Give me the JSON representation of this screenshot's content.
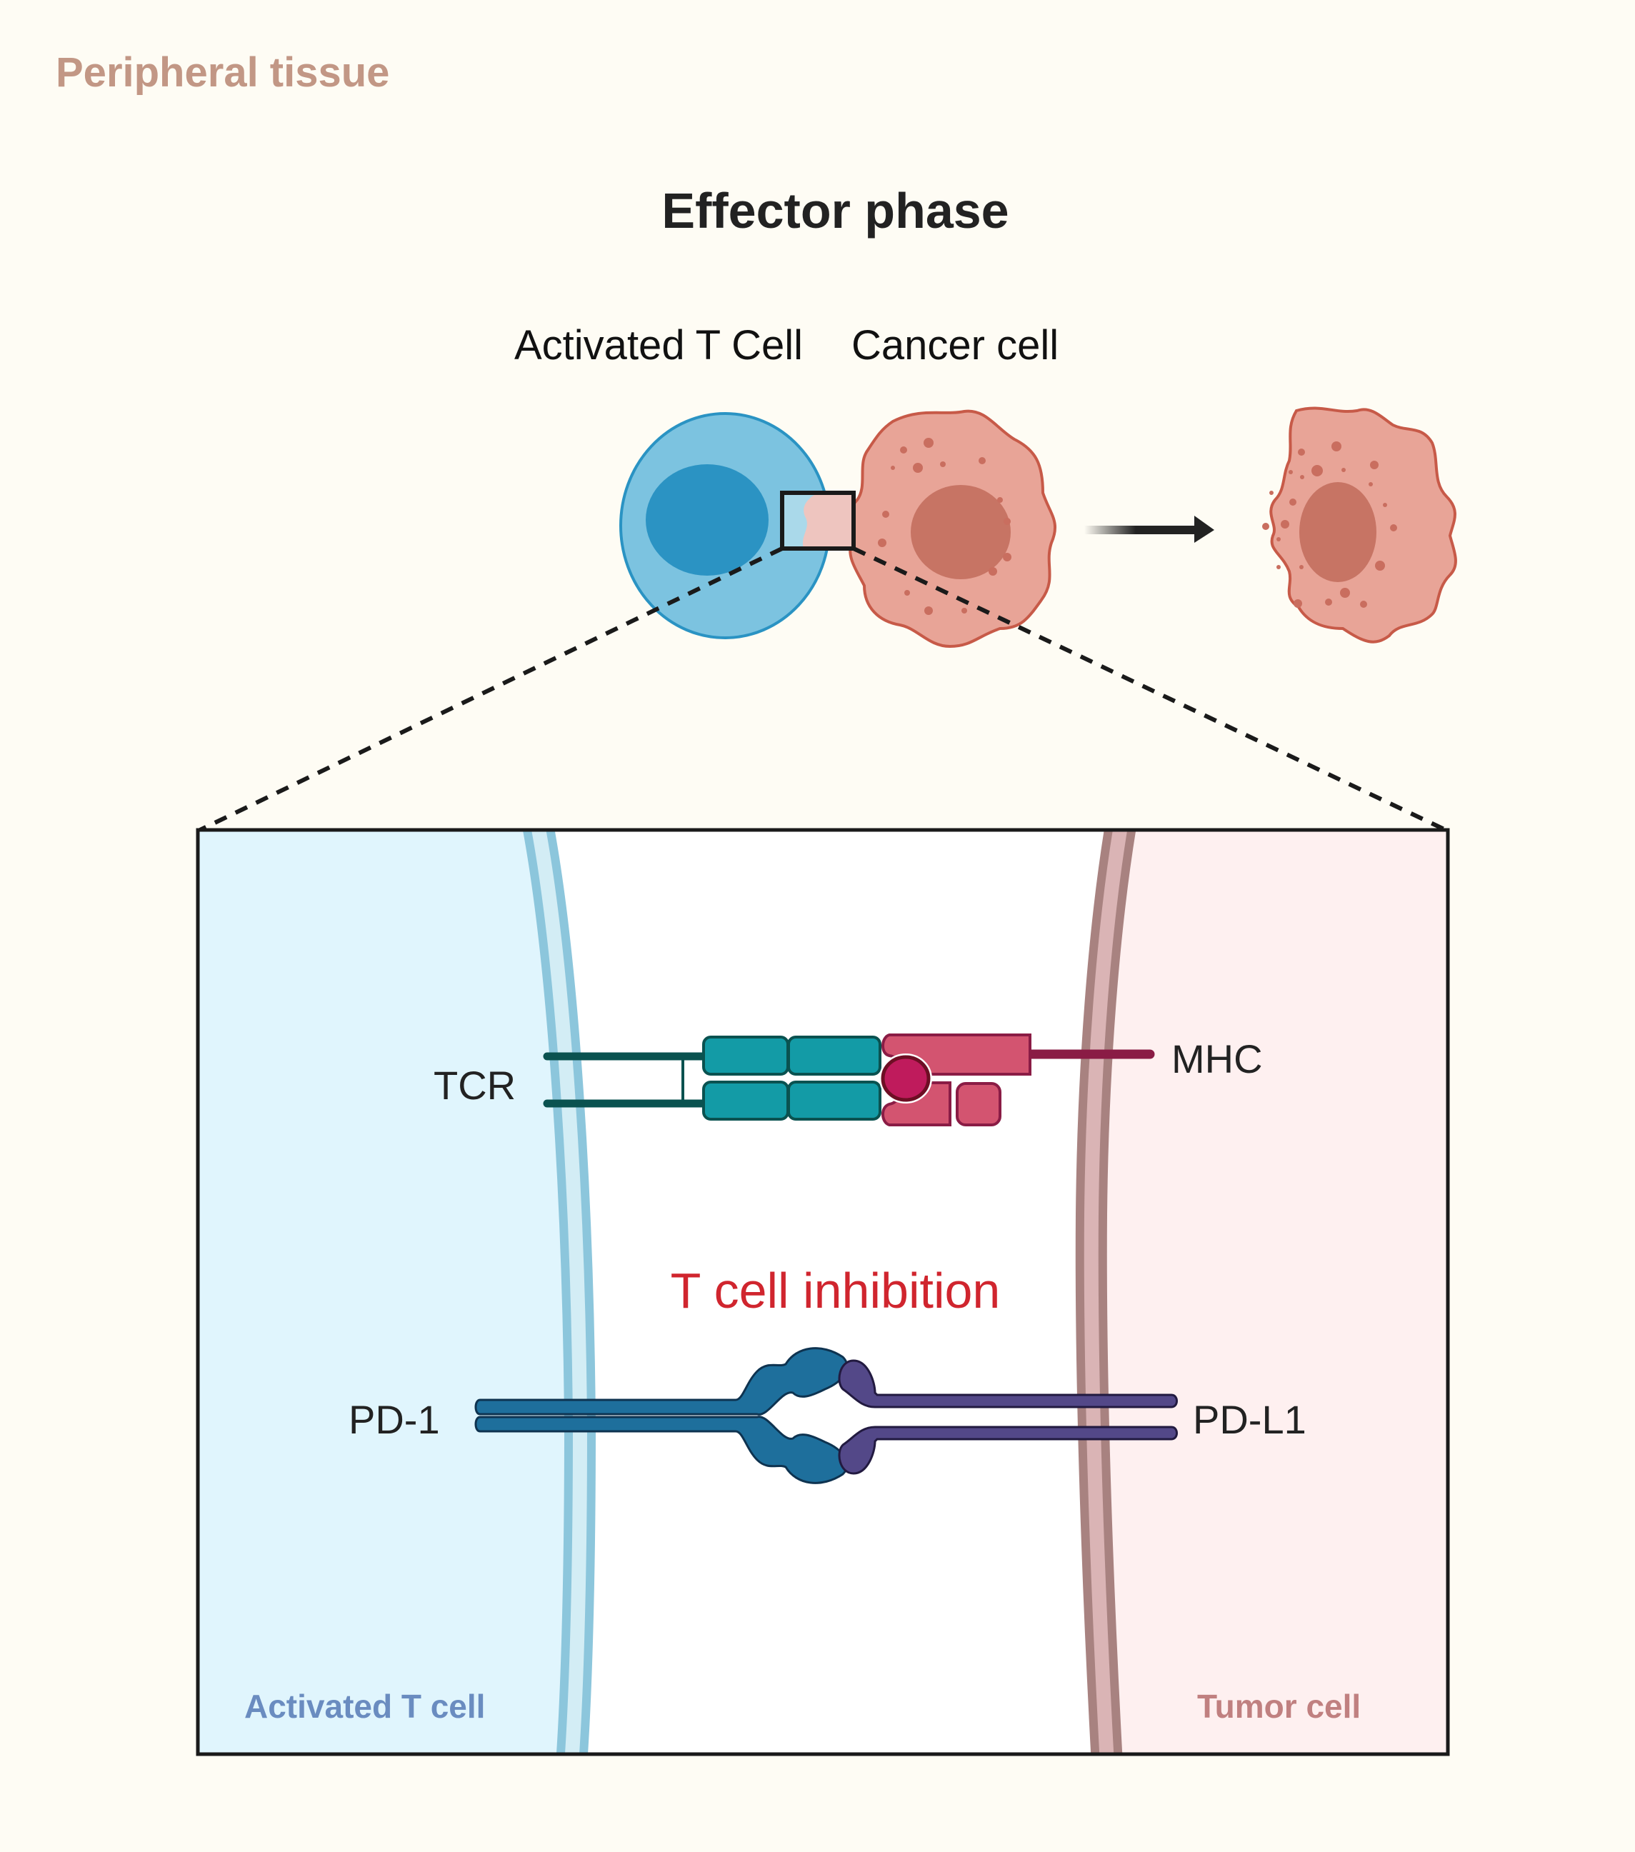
{
  "region_label": "Peripheral tissue",
  "phase_title": "Effector phase",
  "cells": {
    "t_cell_label": "Activated T Cell",
    "cancer_cell_label": "Cancer cell"
  },
  "inset": {
    "tcr_label": "TCR",
    "mhc_label": "MHC",
    "pd1_label": "PD-1",
    "pdl1_label": "PD-L1",
    "center_label": "T cell inhibition",
    "left_cell_label": "Activated T cell",
    "right_cell_label": "Tumor cell"
  },
  "colors": {
    "background": "#fefcf4",
    "t_cell_fill": "#7cc3e0",
    "t_cell_nucleus": "#2b93c3",
    "cancer_fill": "#e8a497",
    "cancer_nucleus": "#c77464",
    "tcr_teal": "#139ba6",
    "mhc_pink": "#d35470",
    "peptide": "#bf1b5c",
    "pd1_blue": "#1e6f9c",
    "pdl1_purple": "#534888",
    "inhibition_red": "#d0252e"
  }
}
